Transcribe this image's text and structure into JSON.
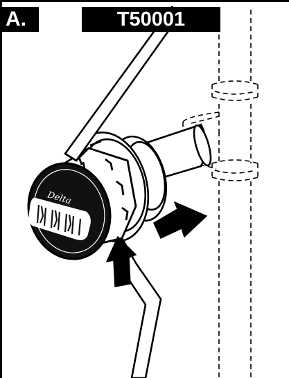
{
  "figure": {
    "step_label": "A.",
    "model_number": "T50001",
    "brand_text": "Delta"
  },
  "colors": {
    "ink": "#000000",
    "paper": "#ffffff",
    "hidden_line": "#000000"
  },
  "icons": [
    "turn-direction-arrow-icon",
    "push-direction-arrow-icon"
  ]
}
